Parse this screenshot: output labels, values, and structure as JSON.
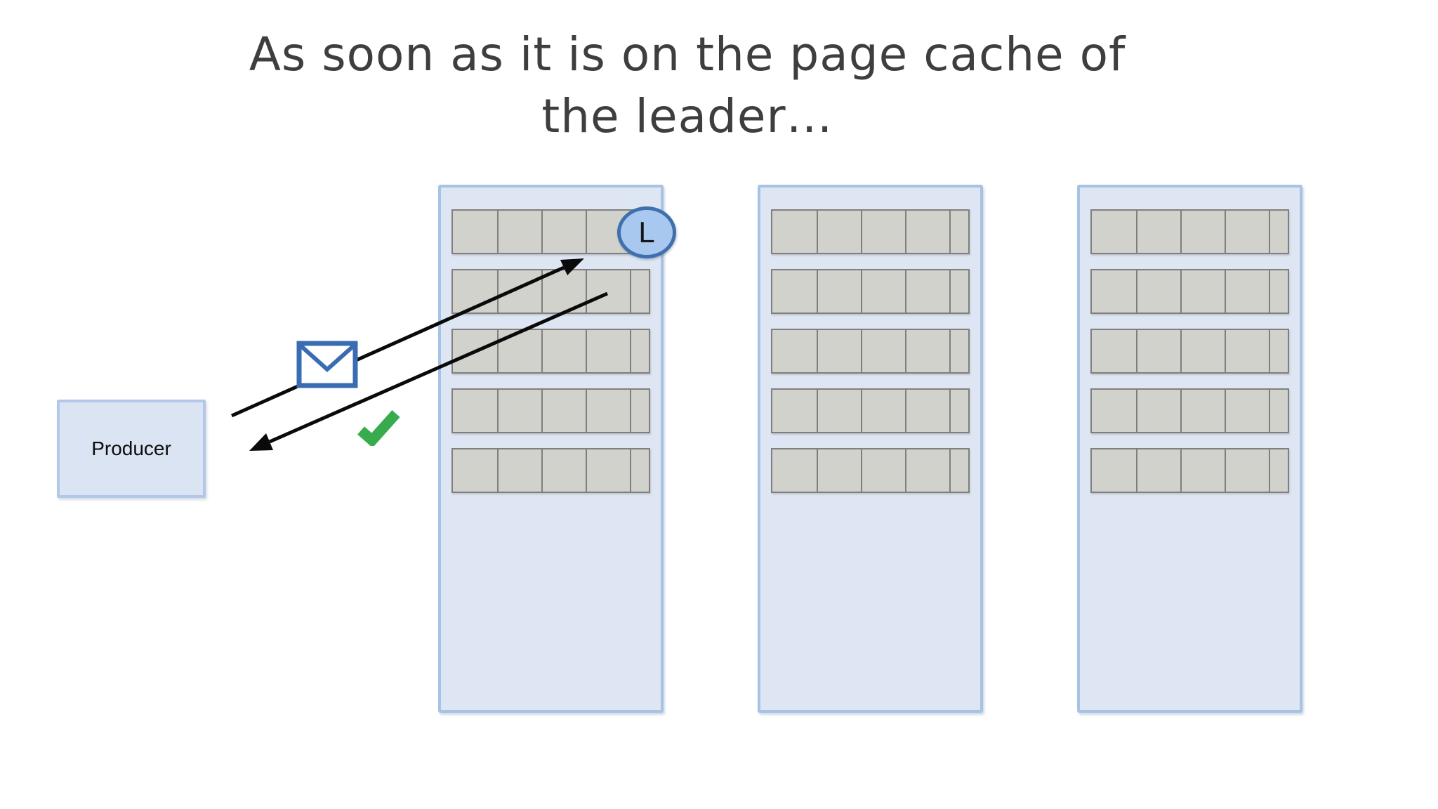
{
  "slide": {
    "title_line1": "As soon as it is on the page cache of",
    "title_line2": "the leader…"
  },
  "producer": {
    "label": "Producer"
  },
  "leader_badge": {
    "label": "L"
  },
  "brokers": [
    {
      "id": "broker-1",
      "has_leader_badge": true,
      "rows": 5,
      "cell_widths": [
        63,
        63,
        63,
        63,
        31
      ]
    },
    {
      "id": "broker-2",
      "has_leader_badge": false,
      "rows": 5,
      "cell_widths": [
        63,
        63,
        63,
        63,
        31
      ]
    },
    {
      "id": "broker-3",
      "has_leader_badge": false,
      "rows": 5,
      "cell_widths": [
        63,
        63,
        63,
        63,
        31
      ]
    }
  ],
  "icons": {
    "envelope": "message-envelope-icon",
    "check": "ack-success-check-icon"
  },
  "colors": {
    "broker_fill": "#dfe6f3",
    "broker_border": "#a6c3e6",
    "segment_fill": "#d1d2cc",
    "segment_border": "#7f7f7f",
    "leader_badge_fill": "#a9c8ef",
    "leader_badge_border": "#3f6fad",
    "producer_fill": "#dbe4f3",
    "producer_border": "#b3c8e8",
    "envelope_stroke": "#3a6cb3",
    "check_green": "#39ab4f",
    "arrow": "#0a0a0a",
    "title": "#3e3e3e"
  }
}
